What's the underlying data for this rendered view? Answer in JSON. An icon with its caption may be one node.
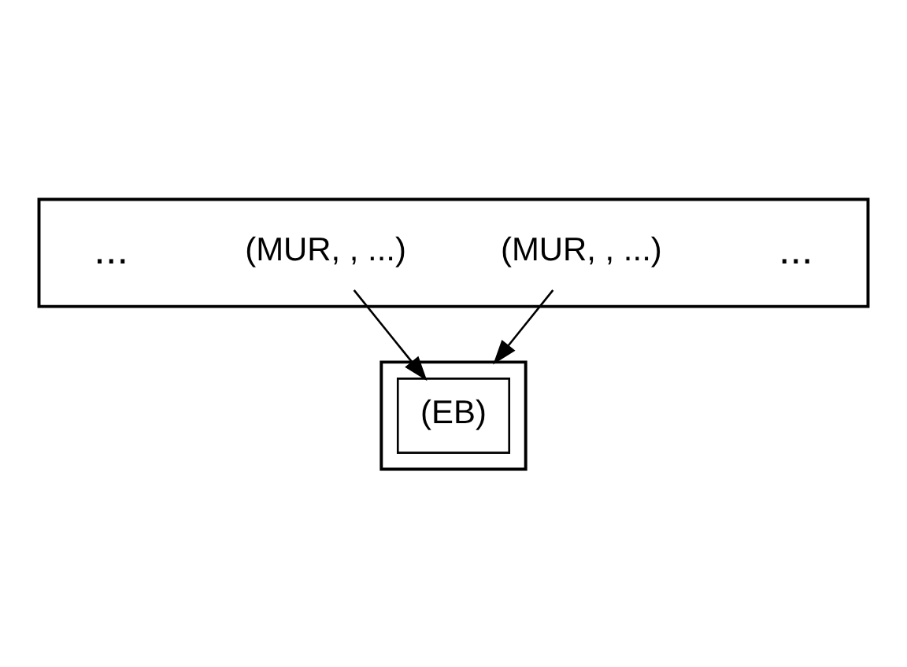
{
  "diagram": {
    "nodes": [
      {
        "text": [],
        "shape": "triangle"
      },
      {
        "text": [
          "(MUR, , ...)"
        ],
        "in": 0
      },
      {
        "text": [
          "(MUR, , ...)"
        ],
        "in": 0
      },
      {
        "text": [],
        "shape": "box"
      },
      {
        "text": [
          "(EB)"
        ],
        "in": 3
      }
    ],
    "edges": [
      {
        "from": 1,
        "to": 4,
        "arrow": "to"
      },
      {
        "from": 2,
        "to": 3,
        "arrow": "to"
      }
    ],
    "labels": [
      "...",
      "..."
    ]
  }
}
